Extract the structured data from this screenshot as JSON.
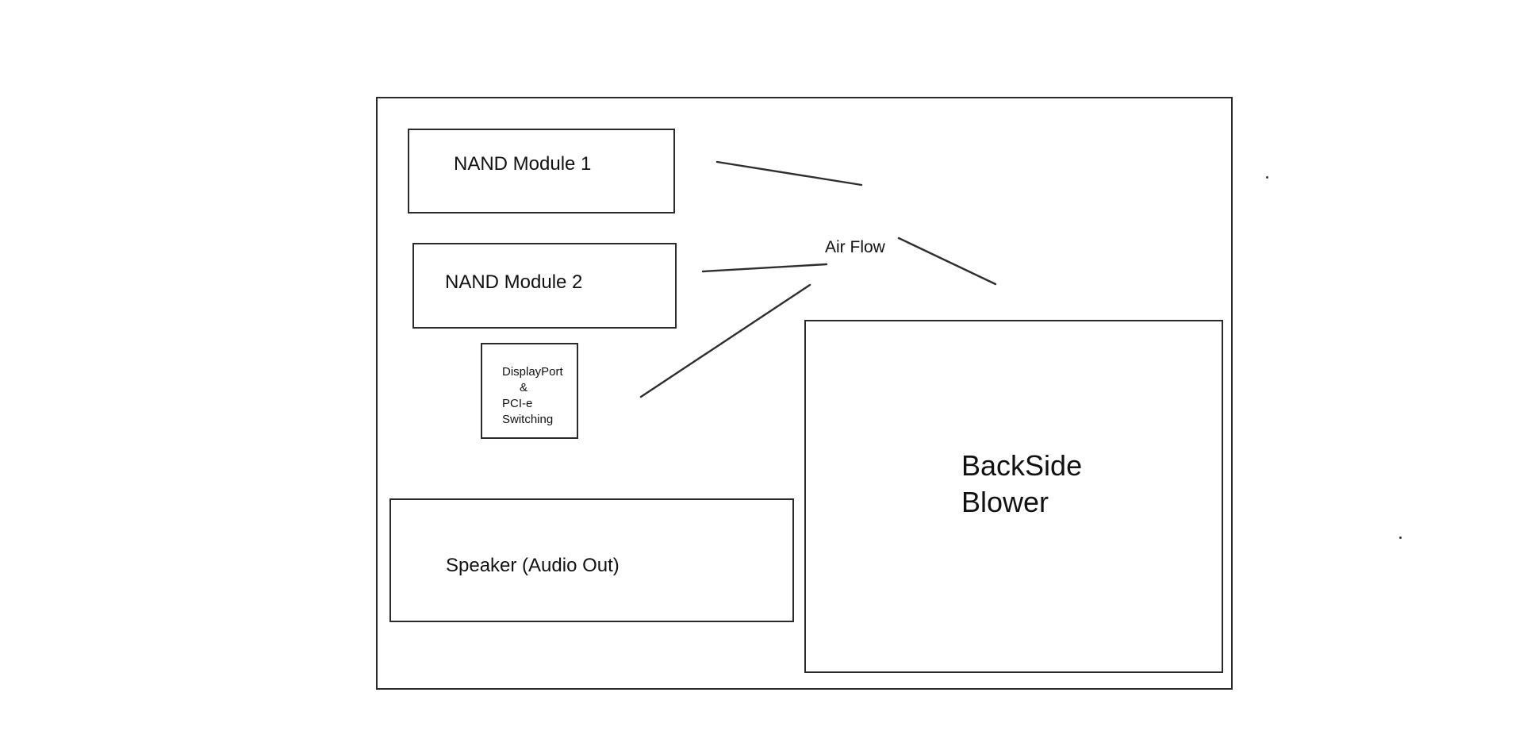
{
  "diagram": {
    "modules": {
      "nand1": "NAND Module 1",
      "nand2": "NAND Module 2",
      "displayport": {
        "line1": "DisplayPort",
        "line2": "&",
        "line3": "PCI-e",
        "line4": "Switching"
      },
      "speaker": "Speaker (Audio Out)",
      "blower": {
        "line1": "BackSide",
        "line2": "Blower"
      }
    },
    "airflow_label": "Air Flow"
  }
}
